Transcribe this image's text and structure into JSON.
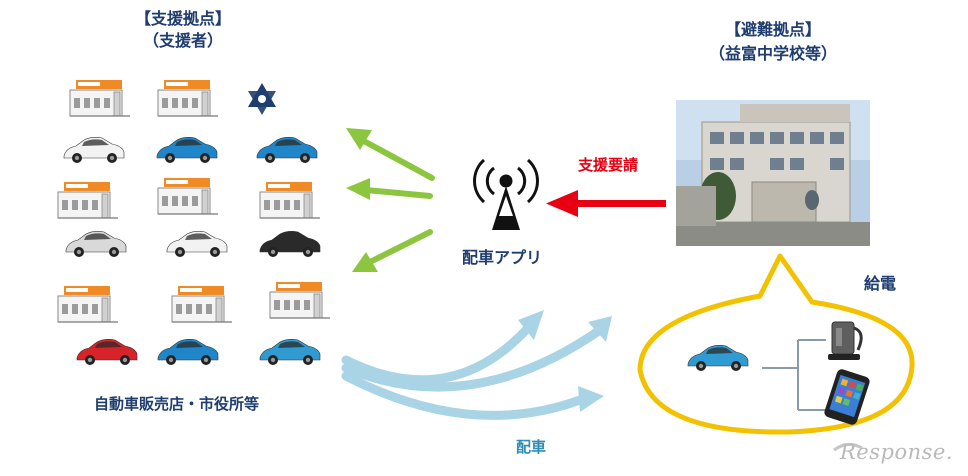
{
  "left_group": {
    "title_line1": "【支援拠点】",
    "title_line2": "（支援者）",
    "footer_label": "自動車販売店・市役所等"
  },
  "right_group": {
    "title_line1": "【避難拠点】",
    "title_line2": "（益富中学校等）"
  },
  "center": {
    "app_label": "配車アプリ",
    "request_label": "支援要請",
    "dispatch_label": "配車"
  },
  "power": {
    "label": "給電"
  },
  "watermark": "Response.",
  "colors": {
    "navy": "#1f3d6e",
    "green_arrow": "#8cc63f",
    "red_arrow": "#e60012",
    "light_blue_arrow": "#a9d4e6",
    "yellow_bubble": "#f2c200",
    "car_blue": "#1f86c9",
    "dealer_orange": "#f08a24"
  },
  "icons": [
    "dealer-building-icon",
    "city-emblem-icon",
    "car-icon",
    "signal-tower-icon",
    "school-photo",
    "kettle-icon",
    "smartphone-icon"
  ]
}
